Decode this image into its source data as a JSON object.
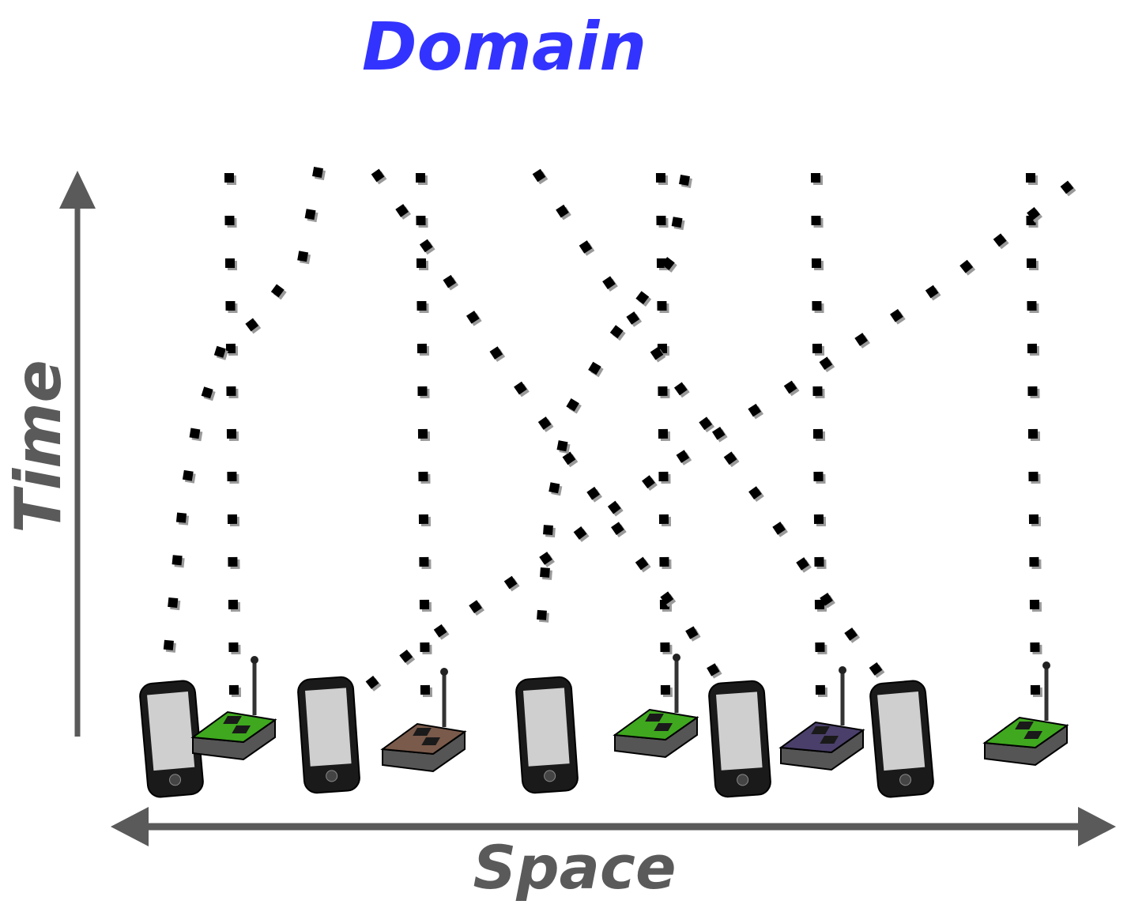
{
  "diagram": {
    "title": "Domain",
    "x_axis_label": "Space",
    "y_axis_label": "Time",
    "colors": {
      "title": "#3333ff",
      "axis": "#5a5a5a",
      "trace_marker": "#000000",
      "trace_shadow": "#9a9a9a",
      "phone_body": "#1a1a1a",
      "phone_screen": "#cfcfcf"
    },
    "devices": [
      {
        "type": "phone"
      },
      {
        "type": "sensor-mote",
        "color": "#3fa81f"
      },
      {
        "type": "phone"
      },
      {
        "type": "sensor-mote",
        "color": "#7a5a4a"
      },
      {
        "type": "phone"
      },
      {
        "type": "sensor-mote",
        "color": "#3fa81f"
      },
      {
        "type": "phone"
      },
      {
        "type": "sensor-mote",
        "color": "#4a3f6a"
      },
      {
        "type": "phone"
      },
      {
        "type": "sensor-mote",
        "color": "#3fa81f"
      }
    ],
    "trace_styles": [
      "dotted-square-markers"
    ]
  }
}
